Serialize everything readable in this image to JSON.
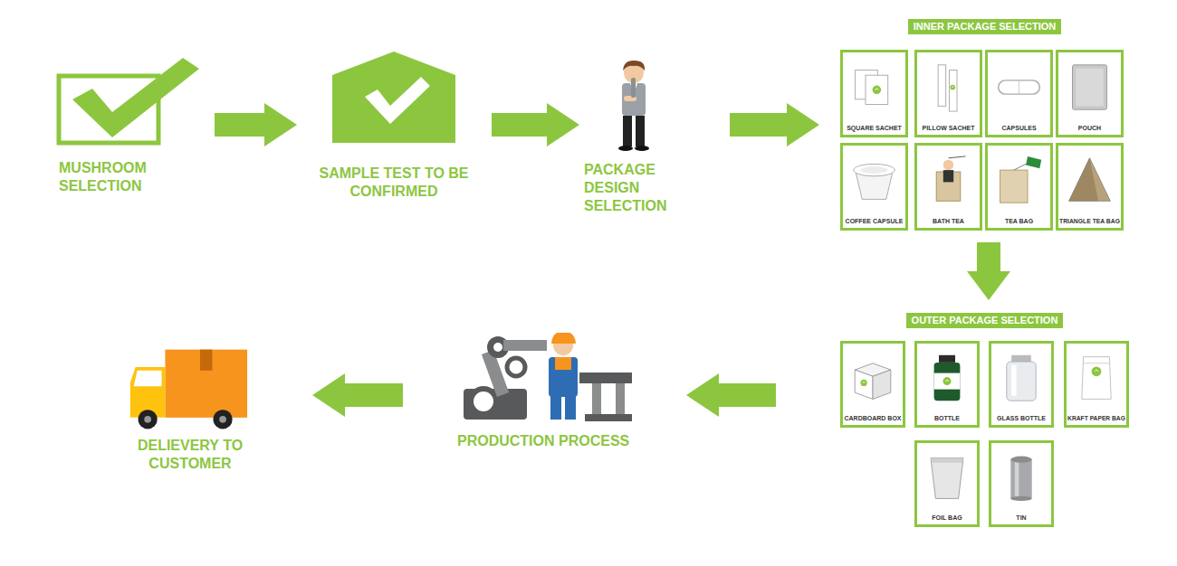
{
  "diagram": {
    "nodes": [
      {
        "text": [
          "MUSHROOM SELECTION"
        ]
      },
      {
        "text": [
          "SAMPLE TEST TO BE CONFIRMED"
        ]
      },
      {
        "text": [
          "PACKAGE DESIGN SELECTION"
        ]
      },
      {
        "text": [
          "INNER PACKAGE SELECTION"
        ]
      },
      {
        "text": [
          "SQUARE SACHET"
        ],
        "in": 3
      },
      {
        "text": [
          "PILLOW SACHET"
        ],
        "in": 3
      },
      {
        "text": [
          "CAPSULES"
        ],
        "in": 3
      },
      {
        "text": [
          "POUCH"
        ],
        "in": 3
      },
      {
        "text": [
          "COFFEE CAPSULE"
        ],
        "in": 3
      },
      {
        "text": [
          "BATH TEA"
        ],
        "in": 3
      },
      {
        "text": [
          "TEA BAG"
        ],
        "in": 3
      },
      {
        "text": [
          "TRIANGLE TEA BAG"
        ],
        "in": 3
      },
      {
        "text": [
          "OUTER PACKAGE SELECTION"
        ]
      },
      {
        "text": [
          "CARDBOARD BOX"
        ],
        "in": 12
      },
      {
        "text": [
          "BOTTLE"
        ],
        "in": 12
      },
      {
        "text": [
          "GLASS BOTTLE"
        ],
        "in": 12
      },
      {
        "text": [
          "KRAFT PAPER BAG"
        ],
        "in": 12
      },
      {
        "text": [
          "FOIL BAG"
        ],
        "in": 12
      },
      {
        "text": [
          "TIN"
        ],
        "in": 12
      },
      {
        "text": [
          "PRODUCTION PROCESS"
        ]
      },
      {
        "text": [
          "DELIEVERY TO CUSTOMER"
        ]
      }
    ],
    "edges": [
      {
        "from": 0,
        "to": 1,
        "arrow": "to"
      },
      {
        "from": 1,
        "to": 2,
        "arrow": "to"
      },
      {
        "from": 2,
        "to": 3,
        "arrow": "to"
      },
      {
        "from": 3,
        "to": 12,
        "arrow": "to"
      },
      {
        "from": 12,
        "to": 19,
        "arrow": "to"
      },
      {
        "from": 19,
        "to": 20,
        "arrow": "to"
      }
    ]
  }
}
